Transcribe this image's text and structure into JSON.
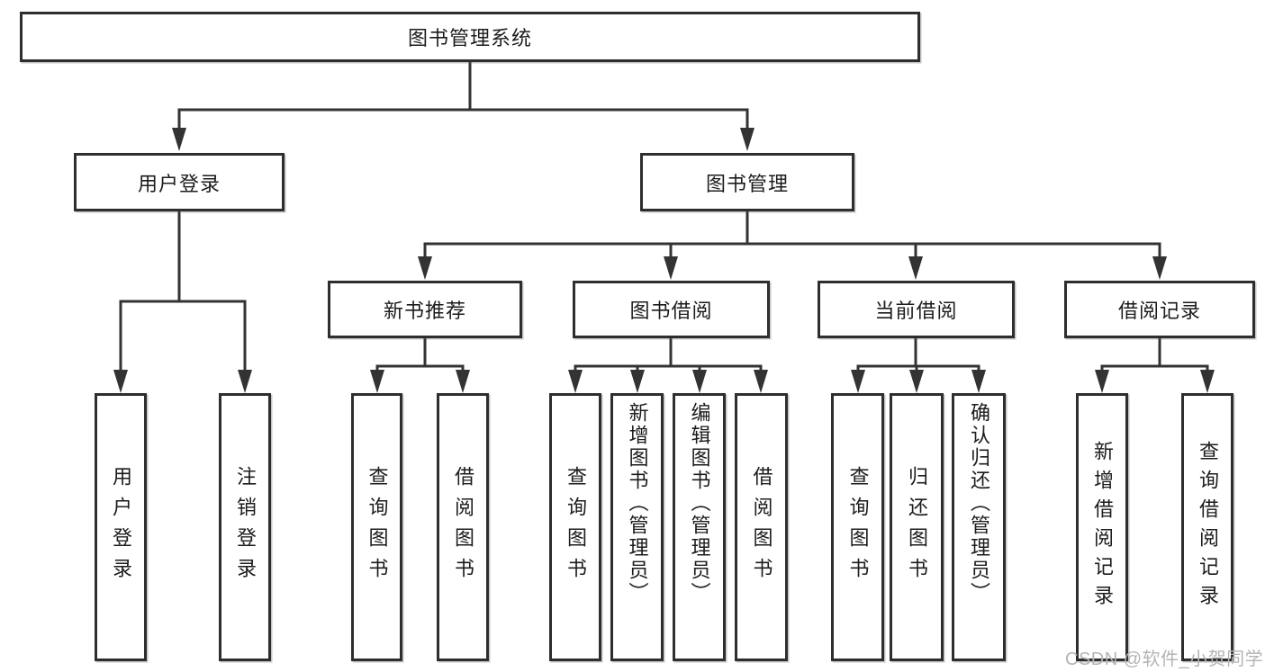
{
  "diagram_type": "tree-hierarchy",
  "title": "图书管理系统",
  "watermark": "CSDN @软件_小贺同学",
  "colors": {
    "background": "#ffffff",
    "box_fill": "#ffffff",
    "box_border": "#2e2e2e",
    "text": "#1c1c1c",
    "connector": "#333333",
    "watermark_text": "#b4b4b4"
  },
  "nodes": {
    "root": "图书管理系统",
    "user_login": "用户登录",
    "book_management": "图书管理",
    "new_book_recommend": "新书推荐",
    "book_borrowing": "图书借阅",
    "current_borrowing": "当前借阅",
    "borrowing_records": "借阅记录",
    "leaf_user_login": "用户登录",
    "leaf_logout": "注销登录",
    "leaf_recommend_query_books": "查询图书",
    "leaf_recommend_borrow_books": "借阅图书",
    "leaf_borrowing_query_books": "查询图书",
    "leaf_borrowing_add_books": "新增图书（管理员）",
    "leaf_borrowing_edit_books": "编辑图书（管理员）",
    "leaf_borrowing_borrow_books": "借阅图书",
    "leaf_current_query_books": "查询图书",
    "leaf_current_return_books": "归还图书",
    "leaf_current_confirm_return": "确认归还（管理员）",
    "leaf_records_add_record": "新增借阅记录",
    "leaf_records_query_record": "查询借阅记录"
  },
  "hierarchy": {
    "图书管理系统": {
      "用户登录": [
        "用户登录",
        "注销登录"
      ],
      "图书管理": {
        "新书推荐": [
          "查询图书",
          "借阅图书"
        ],
        "图书借阅": [
          "查询图书",
          "新增图书（管理员）",
          "编辑图书（管理员）",
          "借阅图书"
        ],
        "当前借阅": [
          "查询图书",
          "归还图书",
          "确认归还（管理员）"
        ],
        "借阅记录": [
          "新增借阅记录",
          "查询借阅记录"
        ]
      }
    }
  }
}
